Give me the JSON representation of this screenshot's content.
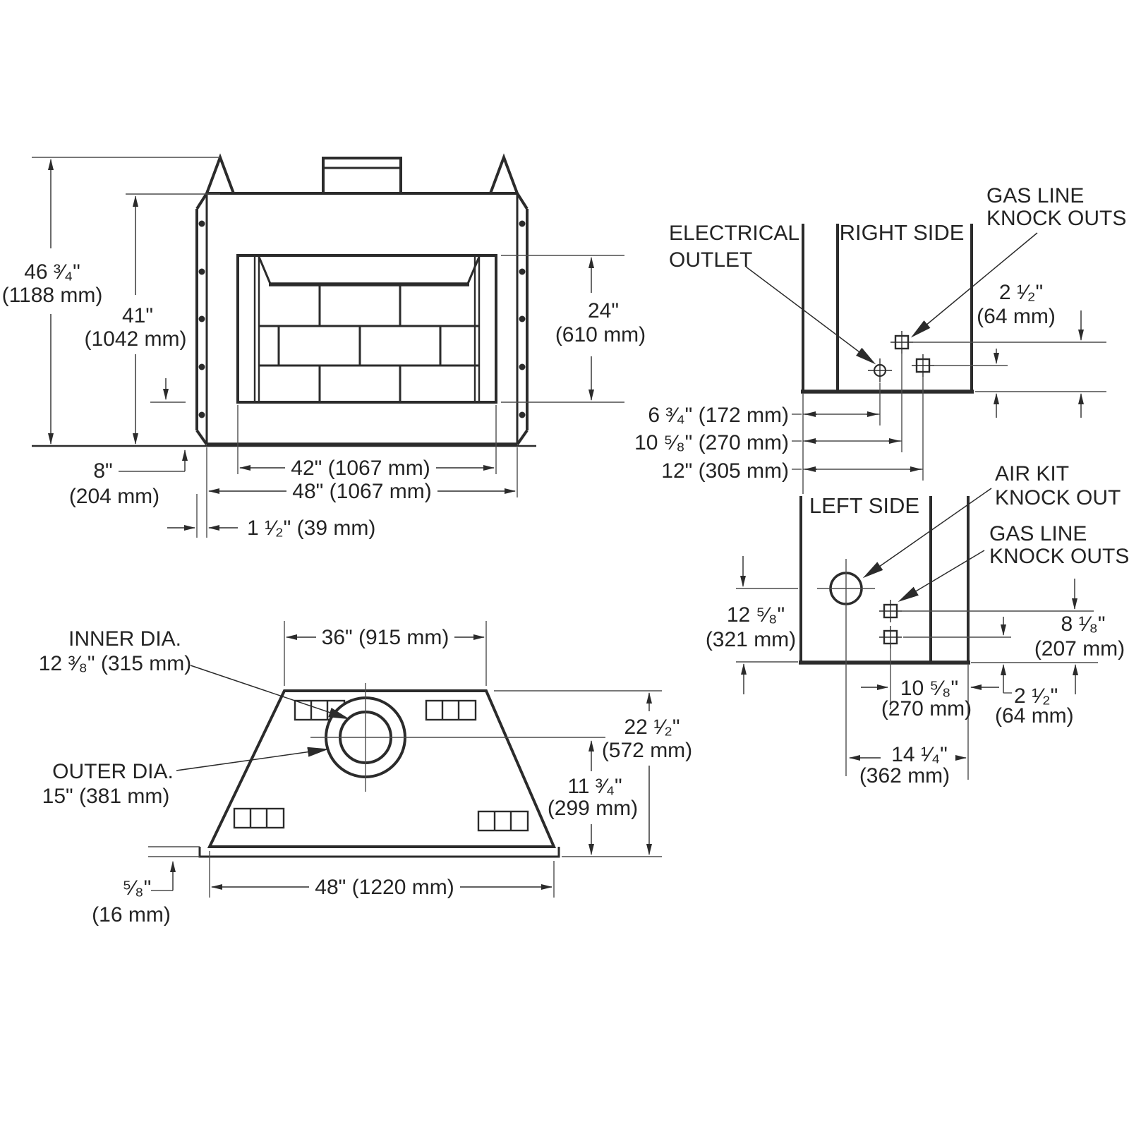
{
  "front_view": {
    "overall_height_in": "46 ³⁄₄\"",
    "overall_height_mm": "(1188 mm)",
    "body_height_in": "41\"",
    "body_height_mm": "(1042 mm)",
    "hearth_height_in": "8\"",
    "hearth_height_mm": "(204 mm)",
    "opening_height_in": "24\"",
    "opening_height_mm": "(610 mm)",
    "opening_width": "42\" (1067 mm)",
    "face_width": "48\" (1067 mm)",
    "flange_depth": "1 ¹⁄₂\" (39 mm)"
  },
  "top_view": {
    "top_width": "36\" (915 mm)",
    "inner_dia_label": "INNER DIA.",
    "inner_dia_value": "12 ³⁄₈\" (315 mm)",
    "outer_dia_label": "OUTER DIA.",
    "outer_dia_value": "15\" (381 mm)",
    "depth_in": "22 ¹⁄₂\"",
    "depth_mm": "(572 mm)",
    "flue_center_in": "11 ³⁄₄\"",
    "flue_center_mm": "(299 mm)",
    "base_width": "48\" (1220 mm)",
    "base_lip_in": "⁵⁄₈\"",
    "base_lip_mm": "(16 mm)"
  },
  "right_side_view": {
    "title": "RIGHT SIDE",
    "electrical_line1": "ELECTRICAL",
    "electrical_line2": "OUTLET",
    "gas_line1": "GAS LINE",
    "gas_line2": "KNOCK OUTS",
    "knockout_gap_in": "2 ¹⁄₂\"",
    "knockout_gap_mm": "(64 mm)",
    "outlet_offset": "6 ³⁄₄\" (172 mm)",
    "knockout1_offset": "10 ⁵⁄₈\" (270 mm)",
    "knockout2_offset": "12\" (305 mm)"
  },
  "left_side_view": {
    "title": "LEFT SIDE",
    "air_kit_line1": "AIR KIT",
    "air_kit_line2": "KNOCK OUT",
    "gas_line1": "GAS LINE",
    "gas_line2": "KNOCK OUTS",
    "air_kit_height_in": "12 ⁵⁄₈\"",
    "air_kit_height_mm": "(321 mm)",
    "knockout_height_in": "8 ¹⁄₈\"",
    "knockout_height_mm": "(207 mm)",
    "knockout_offset_in": "10 ⁵⁄₈\"",
    "knockout_offset_mm": "(270 mm)",
    "knockout_gap_in": "2 ¹⁄₂\"",
    "knockout_gap_mm": "(64 mm)",
    "air_kit_offset_in": "14 ¹⁄₄\"",
    "air_kit_offset_mm": "(362 mm)"
  }
}
